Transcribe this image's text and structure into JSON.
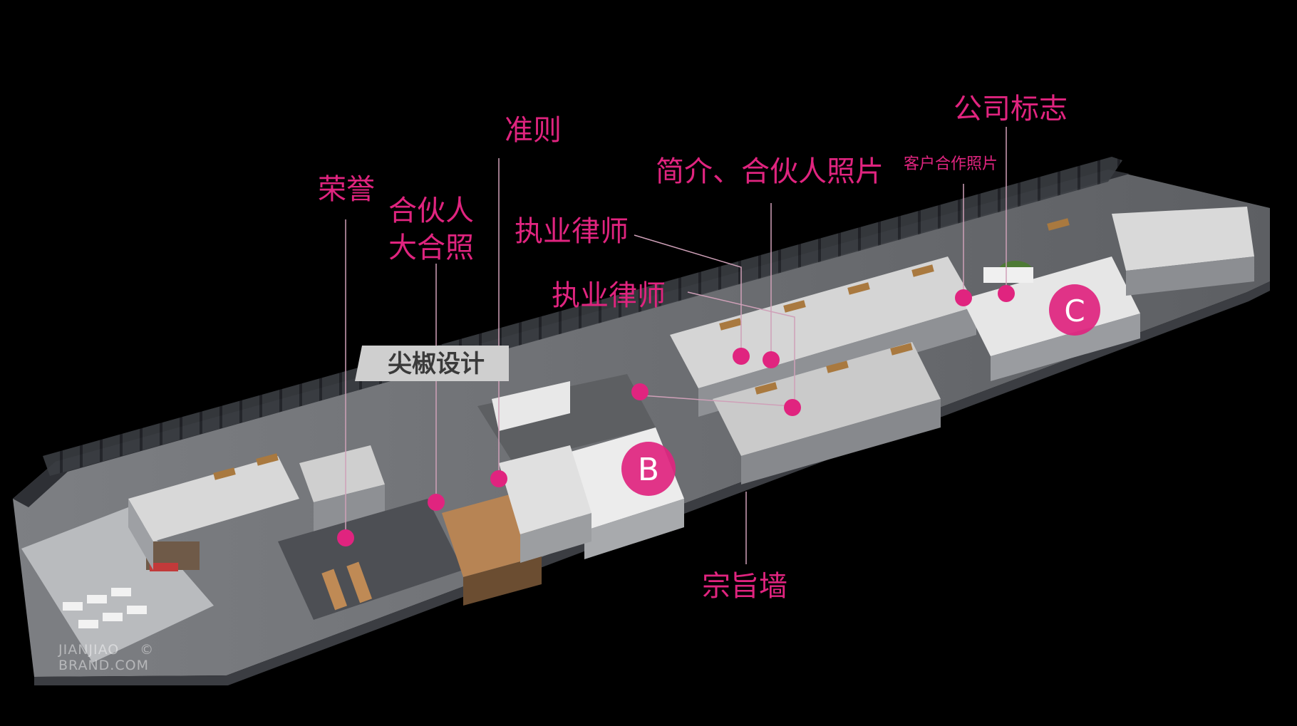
{
  "labels": {
    "honor": "荣誉",
    "partner_line1": "合伙人",
    "partner_line2": "大合照",
    "rules": "准则",
    "lawyer_1": "执业律师",
    "lawyer_2": "执业律师",
    "intro": "简介、合伙人照片",
    "logo": "公司标志",
    "client_photos": "客户合作照片",
    "mission_wall": "宗旨墙"
  },
  "zones": {
    "b": "B",
    "c": "C"
  },
  "brand": "尖椒设计",
  "watermark": {
    "line1": "JIANJIAO",
    "line2": "BRAND.COM",
    "symbol": "©"
  },
  "colors": {
    "accent": "#e0247f",
    "background": "#000000"
  }
}
